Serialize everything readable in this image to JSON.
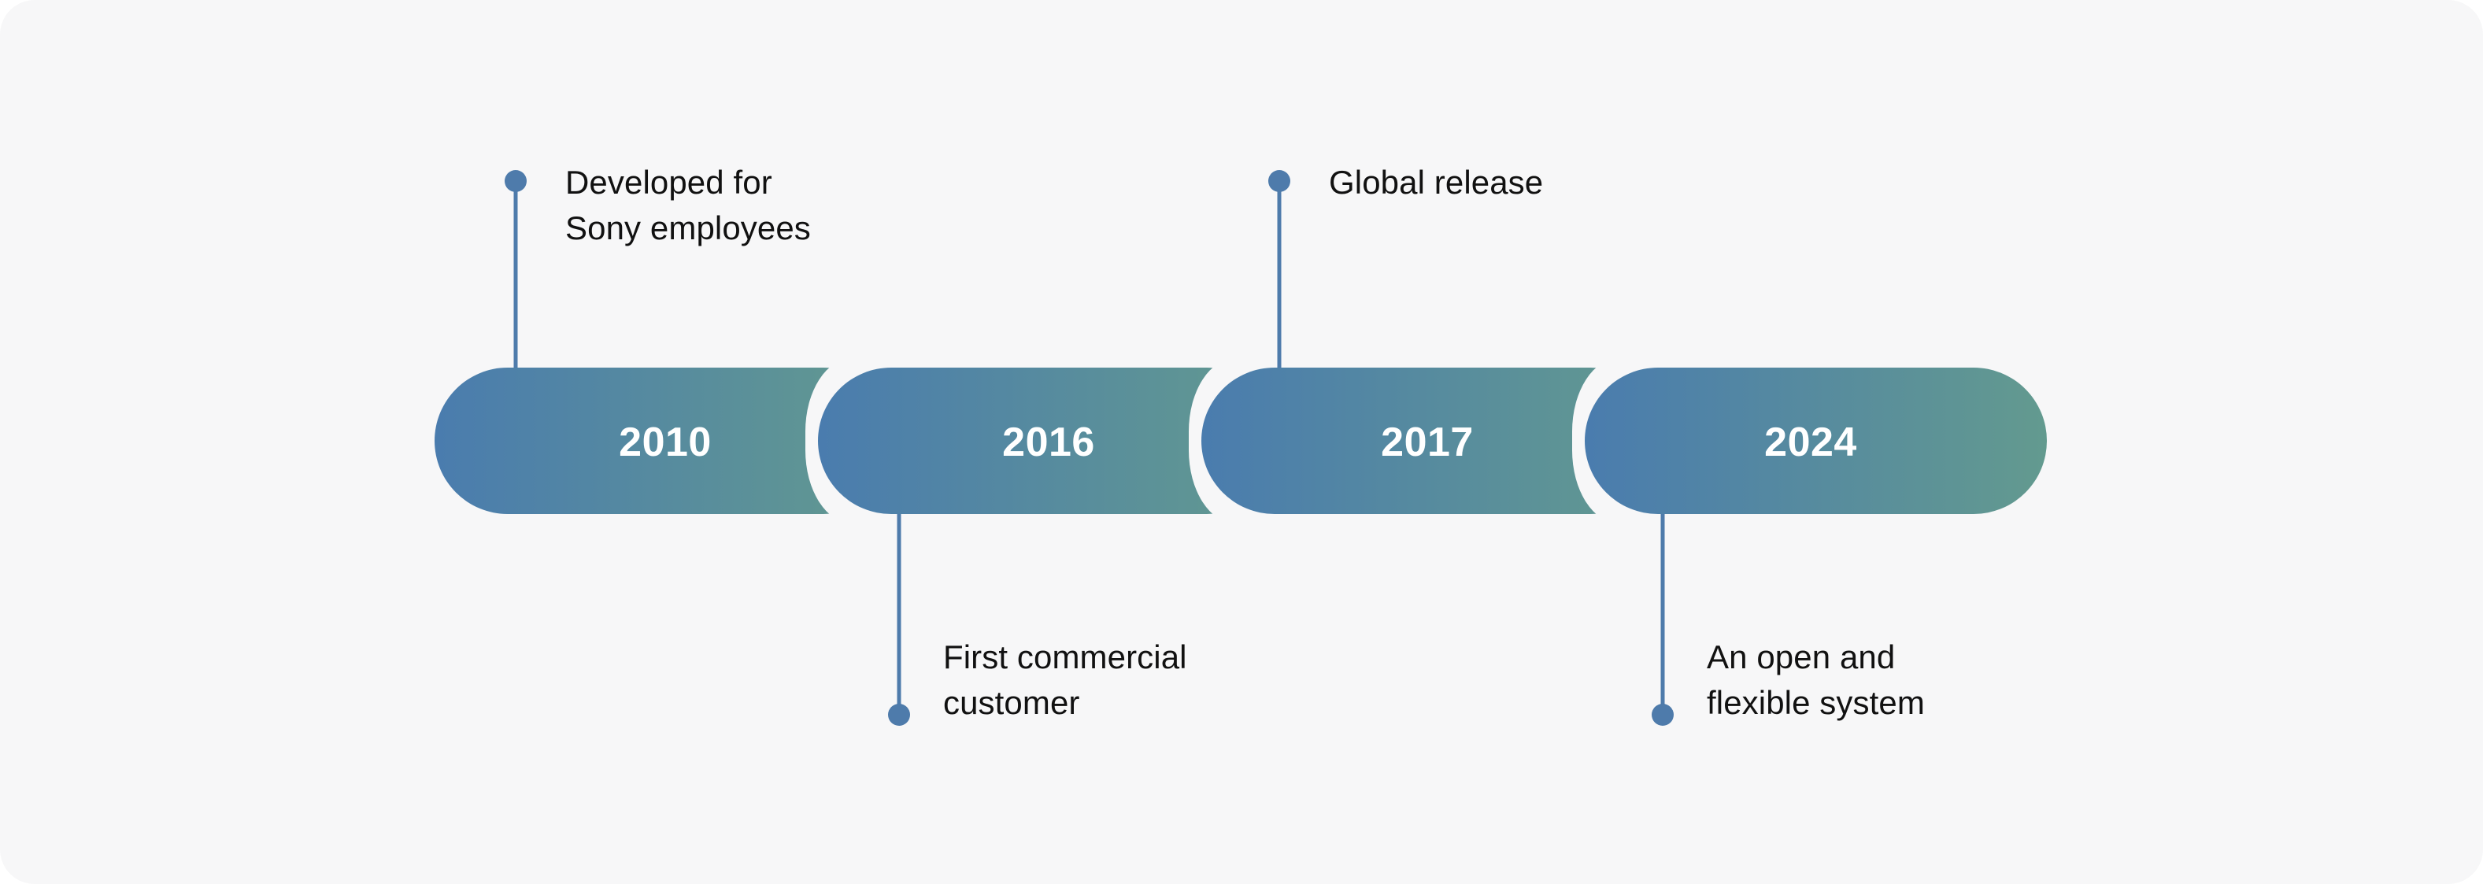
{
  "diagram": {
    "type": "timeline",
    "background_color": "#f7f7f8",
    "accent_color": "#4e7bab",
    "gradient_start": "#4a7cae",
    "gradient_end": "#639a8f",
    "text_color": "#111111",
    "year_text_color": "#ffffff"
  },
  "milestones": [
    {
      "year": "2010",
      "callout": "Developed for\nSony employees",
      "callout_position": "above",
      "marker_icon": "timeline-dot-icon"
    },
    {
      "year": "2016",
      "callout": "First commercial\ncustomer",
      "callout_position": "below",
      "marker_icon": "timeline-dot-icon"
    },
    {
      "year": "2017",
      "callout": "Global release",
      "callout_position": "above",
      "marker_icon": "timeline-dot-icon"
    },
    {
      "year": "2024",
      "callout": "An open and\nflexible system",
      "callout_position": "below",
      "marker_icon": "timeline-dot-icon"
    }
  ]
}
